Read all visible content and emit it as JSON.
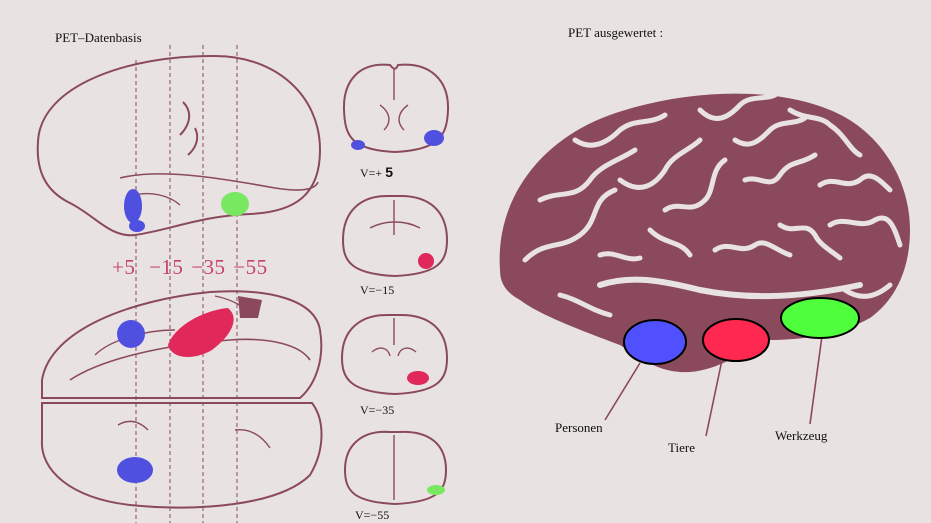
{
  "left_title": "PET–Datenbasis",
  "right_title": "PET ausgewertet :",
  "coordinates": [
    "+5",
    "−15",
    "−35",
    "−55"
  ],
  "slices": [
    {
      "prefix": "V=+ ",
      "value": "5"
    },
    {
      "prefix": "V=−15",
      "value": ""
    },
    {
      "prefix": "V=−35",
      "value": ""
    },
    {
      "prefix": "V=−55",
      "value": ""
    }
  ],
  "categories": [
    {
      "label": "Personen",
      "color": "#5050ff"
    },
    {
      "label": "Tiere",
      "color": "#ff2850"
    },
    {
      "label": "Werkzeug",
      "color": "#50ff3c"
    }
  ],
  "colors": {
    "outline": "#8a4a5c",
    "brain_fill": "#8a4a5c",
    "background": "#e8e2e2",
    "coord_text": "#c8406a"
  }
}
